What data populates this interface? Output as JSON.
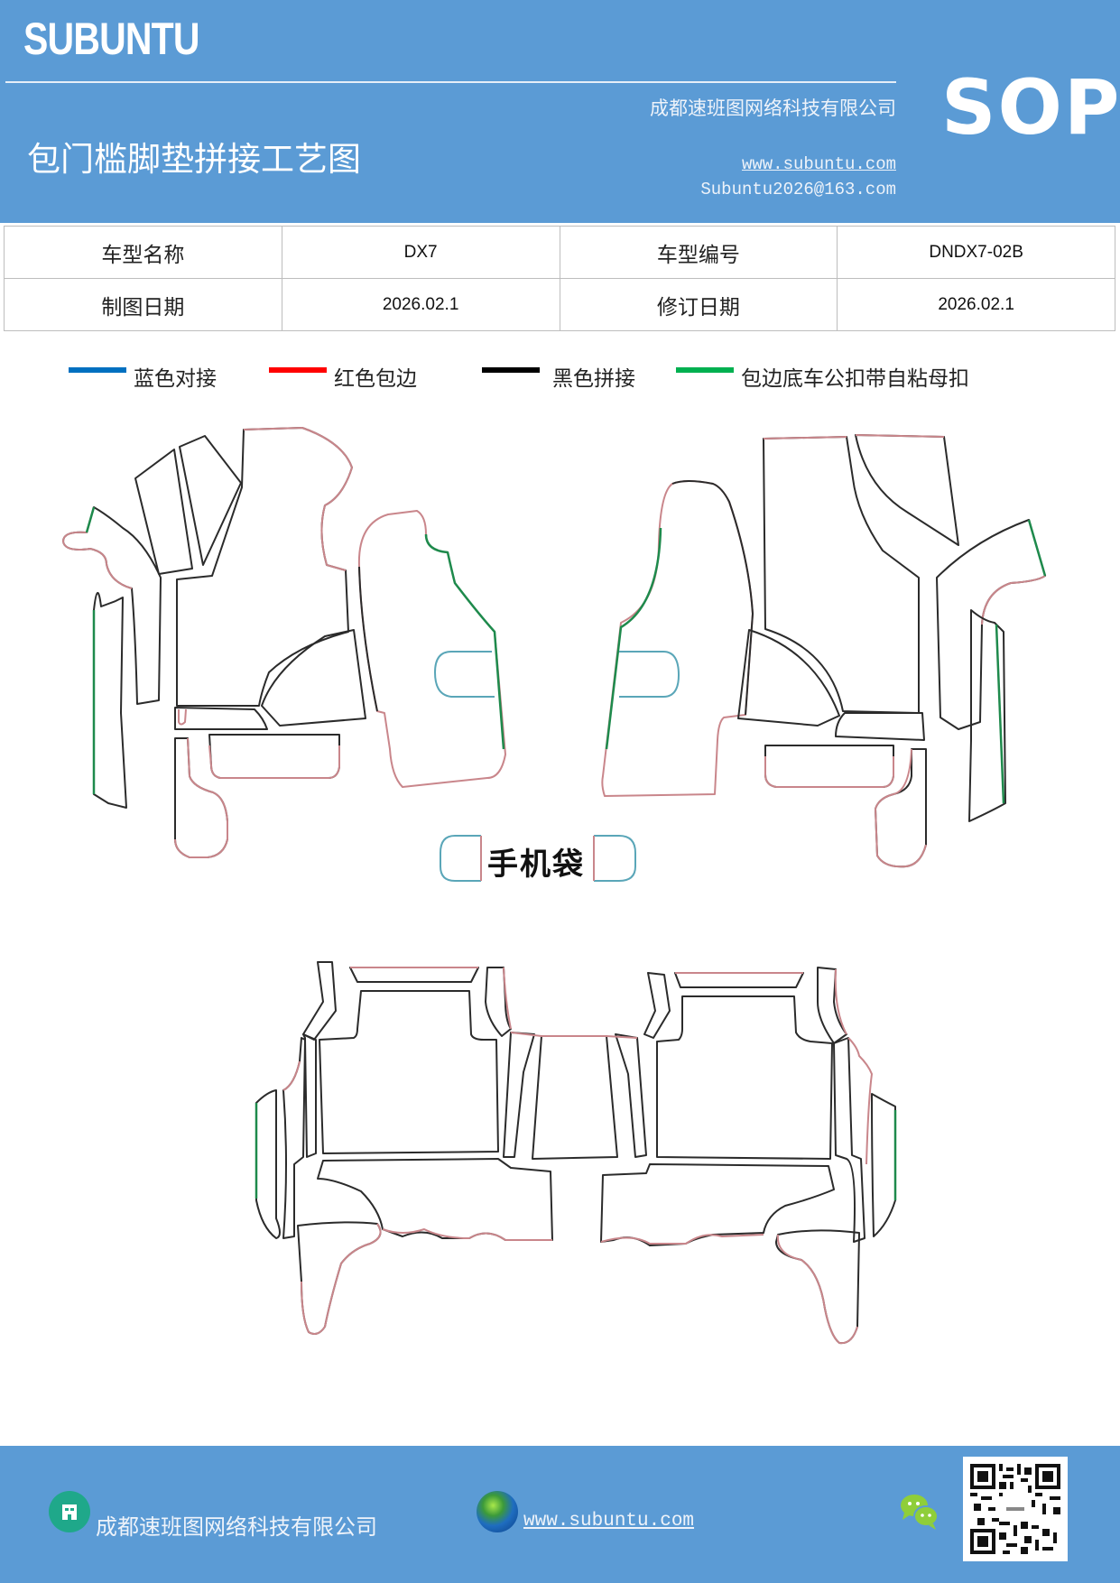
{
  "header": {
    "brand": "SUBUNTU",
    "title": "包门槛脚垫拼接工艺图",
    "company": "成都速班图网络科技有限公司",
    "website": "www.subuntu.com",
    "email": "Subuntu2026@163.com",
    "badge": "SOP",
    "background_color": "#5b9bd5"
  },
  "info_table": {
    "rows": [
      [
        {
          "label": "车型名称",
          "value": "DX7"
        },
        {
          "label": "车型编号",
          "value": "DNDX7-02B"
        }
      ],
      [
        {
          "label": "制图日期",
          "value": "2026.02.1"
        },
        {
          "label": "修订日期",
          "value": "2026.02.1"
        }
      ]
    ]
  },
  "legend": [
    {
      "label": "蓝色对接",
      "color": "#0070c0"
    },
    {
      "label": "红色包边",
      "color": "#ff0000"
    },
    {
      "label": "黑色拼接",
      "color": "#000000"
    },
    {
      "label": "包边底车公扣带自粘母扣",
      "color": "#00b050"
    }
  ],
  "diagram": {
    "phone_pocket_label": "手机袋",
    "line_colors": {
      "stitch": "#2b2b2b",
      "edge": "#c9868b",
      "snap": "#1e8a4c",
      "joint": "#5aa6b8"
    }
  },
  "footer": {
    "company": "成都速班图网络科技有限公司",
    "website": "www.subuntu.com",
    "icons": [
      "building-icon",
      "globe-icon",
      "wechat-icon",
      "qr-code"
    ]
  }
}
